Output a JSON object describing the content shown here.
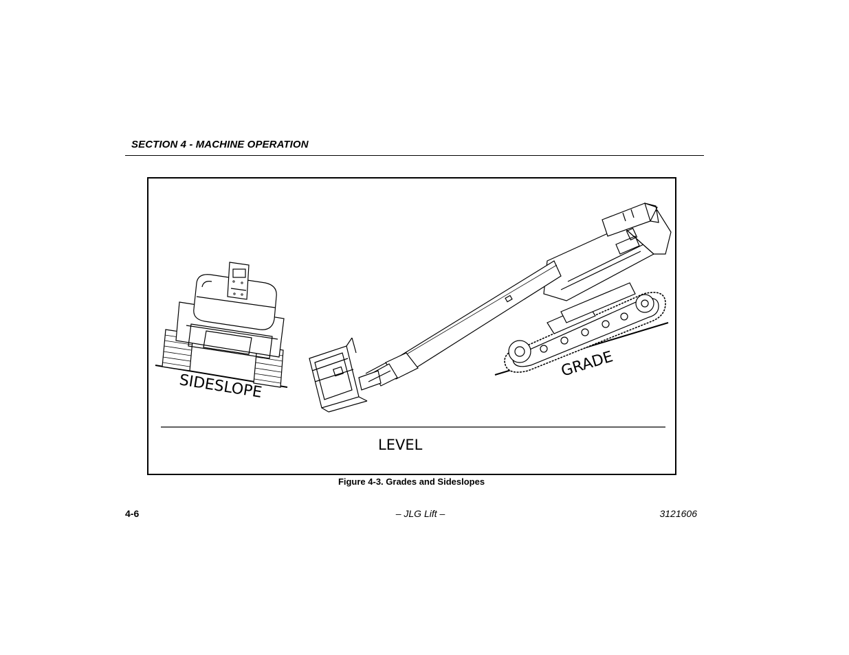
{
  "header": {
    "section_title": "SECTION 4 - MACHINE OPERATION"
  },
  "figure": {
    "labels": {
      "sideslope": "SIDESLOPE",
      "grade": "GRADE",
      "level": "LEVEL"
    },
    "caption": "Figure 4-3. Grades and Sideslopes"
  },
  "footer": {
    "page_number": "4-6",
    "center": "– JLG Lift –",
    "doc_number": "3121606"
  }
}
